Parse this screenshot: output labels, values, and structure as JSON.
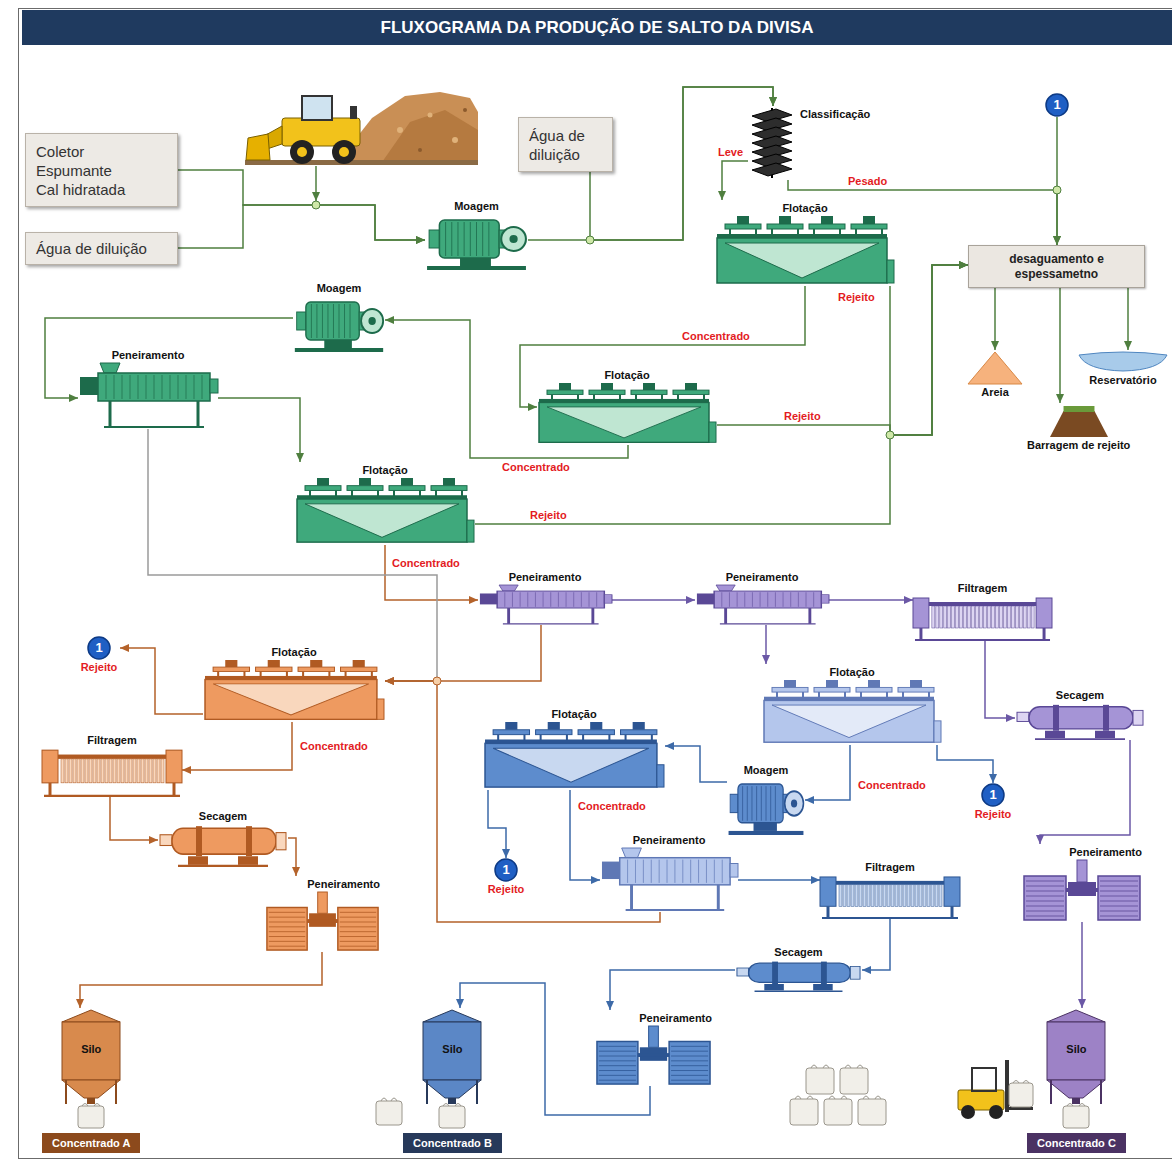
{
  "diagram": {
    "title": "FLUXOGRAMA DA PRODUÇÃO DE SALTO DA DIVISA",
    "nodes": [
      {
        "text": [
          "Coletor Espumante Cal hidratada"
        ]
      },
      {
        "text": [
          "Água de diluição"
        ]
      },
      {
        "text": [
          "Moagem"
        ]
      },
      {
        "text": [
          "Água de diluição"
        ]
      },
      {
        "text": [
          "Classificação"
        ]
      },
      {
        "text": [
          "Flotação"
        ]
      },
      {
        "text": [
          "1"
        ]
      },
      {
        "text": [
          "desaguamento e espessametno"
        ]
      },
      {
        "text": [
          "Areia"
        ]
      },
      {
        "text": [
          "Reservatório"
        ]
      },
      {
        "text": [
          "Barragem de rejeito"
        ]
      },
      {
        "text": [
          "Moagem"
        ]
      },
      {
        "text": [
          "Peneiramento"
        ]
      },
      {
        "text": [
          "Flotação"
        ]
      },
      {
        "text": [
          "Flotação"
        ]
      },
      {
        "text": [
          "Peneiramento"
        ]
      },
      {
        "text": [
          "Peneiramento"
        ]
      },
      {
        "text": [
          "Filtragem"
        ]
      },
      {
        "text": [
          "Flotação"
        ]
      },
      {
        "text": [
          "1",
          "Rejeito"
        ]
      },
      {
        "text": [
          "Flotação"
        ]
      },
      {
        "text": [
          "Secagem"
        ]
      },
      {
        "text": [
          "Flotação"
        ]
      },
      {
        "text": [
          "Moagem"
        ]
      },
      {
        "text": [
          "1",
          "Rejeito"
        ]
      },
      {
        "text": [
          "Filtragem"
        ]
      },
      {
        "text": [
          "Secagem"
        ]
      },
      {
        "text": [
          "1",
          "Rejeito"
        ]
      },
      {
        "text": [
          "Peneiramento"
        ]
      },
      {
        "text": [
          "Filtragem"
        ]
      },
      {
        "text": [
          "Peneiramento"
        ]
      },
      {
        "text": [
          "Peneiramento"
        ]
      },
      {
        "text": [
          "Secagem"
        ]
      },
      {
        "text": [
          "Peneiramento"
        ]
      },
      {
        "text": [
          "Silo",
          "Concentrado A"
        ]
      },
      {
        "text": [
          "Silo",
          "Concentrado B"
        ]
      },
      {
        "text": [
          "Silo",
          "Concentrado C"
        ]
      }
    ],
    "edges": [
      {
        "from": 0,
        "to": 2,
        "arrow": "to"
      },
      {
        "from": 1,
        "to": 2,
        "arrow": "to"
      },
      {
        "from": 2,
        "to": 4,
        "arrow": "to"
      },
      {
        "from": 3,
        "to": 4,
        "arrow": "to"
      },
      {
        "from": 4,
        "to": 5,
        "label": "Leve",
        "arrow": "to"
      },
      {
        "from": 4,
        "to": 7,
        "label": "Pesado",
        "arrow": "to"
      },
      {
        "from": 6,
        "to": 7,
        "arrow": "to"
      },
      {
        "from": 5,
        "to": 7,
        "label": "Rejeito",
        "arrow": "to"
      },
      {
        "from": 5,
        "to": 13,
        "label": "Concentrado",
        "arrow": "to"
      },
      {
        "from": 13,
        "to": 7,
        "label": "Rejeito",
        "arrow": "to"
      },
      {
        "from": 13,
        "to": 11,
        "label": "Concentrado",
        "arrow": "to"
      },
      {
        "from": 11,
        "to": 12,
        "arrow": "to"
      },
      {
        "from": 12,
        "to": 14,
        "arrow": "to"
      },
      {
        "from": 14,
        "to": 7,
        "label": "Rejeito",
        "arrow": "to"
      },
      {
        "from": 14,
        "to": 15,
        "label": "Concentrado",
        "arrow": "to"
      },
      {
        "from": 7,
        "to": 8,
        "arrow": "to"
      },
      {
        "from": 7,
        "to": 9,
        "arrow": "to"
      },
      {
        "from": 7,
        "to": 10,
        "arrow": "to"
      },
      {
        "from": 12,
        "to": 18,
        "arrow": "to"
      },
      {
        "from": 15,
        "to": 18,
        "arrow": "to"
      },
      {
        "from": 28,
        "to": 18,
        "arrow": "to"
      },
      {
        "from": 15,
        "to": 16,
        "arrow": "to"
      },
      {
        "from": 16,
        "to": 17,
        "arrow": "to"
      },
      {
        "from": 16,
        "to": 20,
        "arrow": "to"
      },
      {
        "from": 17,
        "to": 21,
        "arrow": "to"
      },
      {
        "from": 21,
        "to": 30,
        "arrow": "to"
      },
      {
        "from": 30,
        "to": 36,
        "arrow": "to"
      },
      {
        "from": 20,
        "to": 24,
        "arrow": "to"
      },
      {
        "from": 20,
        "to": 23,
        "label": "Concentrado",
        "arrow": "to"
      },
      {
        "from": 23,
        "to": 22,
        "arrow": "to"
      },
      {
        "from": 22,
        "to": 27,
        "arrow": "to"
      },
      {
        "from": 22,
        "to": 28,
        "label": "Concentrado",
        "arrow": "to"
      },
      {
        "from": 28,
        "to": 29,
        "arrow": "to"
      },
      {
        "from": 29,
        "to": 32,
        "arrow": "to"
      },
      {
        "from": 32,
        "to": 33,
        "arrow": "to"
      },
      {
        "from": 33,
        "to": 35,
        "arrow": "to"
      },
      {
        "from": 18,
        "to": 19,
        "arrow": "to"
      },
      {
        "from": 18,
        "to": 25,
        "label": "Concentrado",
        "arrow": "to"
      },
      {
        "from": 25,
        "to": 26,
        "arrow": "to"
      },
      {
        "from": 26,
        "to": 31,
        "arrow": "to"
      },
      {
        "from": 31,
        "to": 34,
        "arrow": "to"
      }
    ]
  }
}
